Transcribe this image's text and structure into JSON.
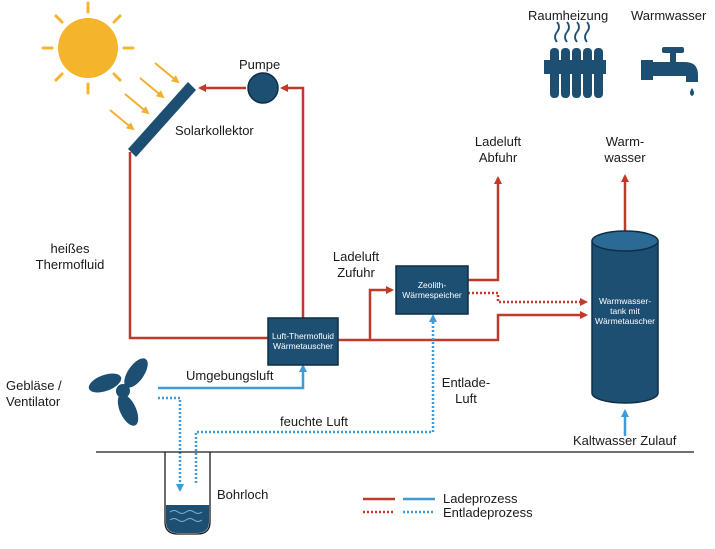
{
  "labels": {
    "raumheizung": "Raumheizung",
    "warmwasser_top": "Warmwasser",
    "pumpe": "Pumpe",
    "solarkollektor": "Solarkollektor",
    "ladeluft_abfuhr": [
      "Ladeluft",
      "Abfuhr"
    ],
    "warmwasser_out": [
      "Warm-",
      "wasser"
    ],
    "heisses_thermofluid": [
      "heißes",
      "Thermofluid"
    ],
    "ladeluft_zufuhr": [
      "Ladeluft",
      "Zufuhr"
    ],
    "geblaese": [
      "Gebläse /",
      "Ventilator"
    ],
    "umgebungsluft": "Umgebungsluft",
    "entladeluft": [
      "Entlade-",
      "Luft"
    ],
    "feuchte_luft": "feuchte Luft",
    "kaltwasser_zulauf": "Kaltwasser Zulauf",
    "bohrloch": "Bohrloch"
  },
  "boxes": {
    "waermetauscher": [
      "Luft-Thermofluid",
      "Wärmetauscher"
    ],
    "zeolith": [
      "Zeolith-",
      "Wärmespeicher"
    ],
    "tank": [
      "Warmwasser-",
      "tank mit",
      "Wärmetauscher"
    ]
  },
  "legend": {
    "ladeprozess": "Ladeprozess",
    "entladeprozess": "Entladeprozess"
  },
  "colors": {
    "red": "#c0392b",
    "blue": "#3f9bd5",
    "navy": "#1d4f73",
    "sun": "#f4b42c",
    "arrow_yellow": "#f0b030"
  }
}
